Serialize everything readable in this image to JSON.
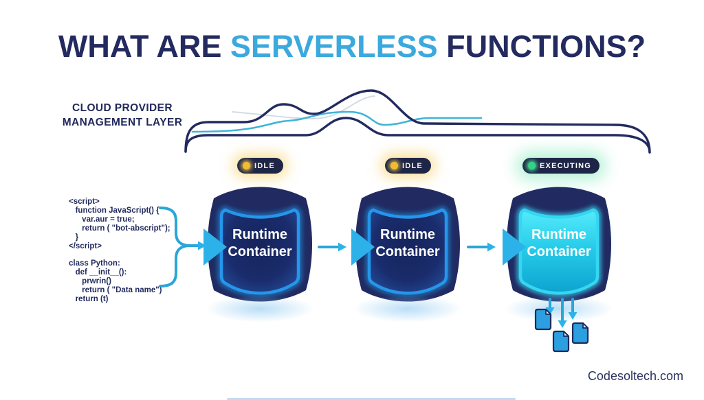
{
  "title": {
    "part1": "WHAT ARE ",
    "part2": "SERVERLESS",
    "part3": " FUNCTIONS?"
  },
  "cloud_layer": {
    "line1": "CLOUD PROVIDER",
    "line2": "MANAGEMENT LAYER"
  },
  "code": {
    "javascript": "<script>\n   function JavaScript() {\n      var.aur = true;\n      return ( \"bot-abscript\");\n   }\n</script>",
    "python": "class Python:\n   def __init__():\n      prwrin()\n      return ( \"Data name\")\n   return (t)"
  },
  "badges": [
    {
      "label": "IDLE",
      "state": "idle"
    },
    {
      "label": "IDLE",
      "state": "idle"
    },
    {
      "label": "EXECUTING",
      "state": "executing"
    }
  ],
  "containers": [
    {
      "label": "Runtime Container",
      "state": "idle"
    },
    {
      "label": "Runtime Container",
      "state": "idle"
    },
    {
      "label": "Runtime Container",
      "state": "executing"
    }
  ],
  "footer": {
    "website": "Codesoltech.com"
  },
  "colors": {
    "navy": "#232a5f",
    "cyan_accent": "#3ba9dd",
    "badge_bg": "#1e2547",
    "idle_dot": "#f2bc2e",
    "executing_dot": "#2fd487",
    "container_outline": "#212b62",
    "container_border": "#2596ea",
    "executing_border": "#35d6f2",
    "arrow": "#2aa6d8",
    "document_fill": "#2b9fe0"
  },
  "icons": {
    "status_dot": "filled-circle",
    "flow_arrow": "right-arrow",
    "chevron": "right-chevron-triangle",
    "output_arrow": "down-arrow",
    "document": "file-with-folded-corner"
  }
}
